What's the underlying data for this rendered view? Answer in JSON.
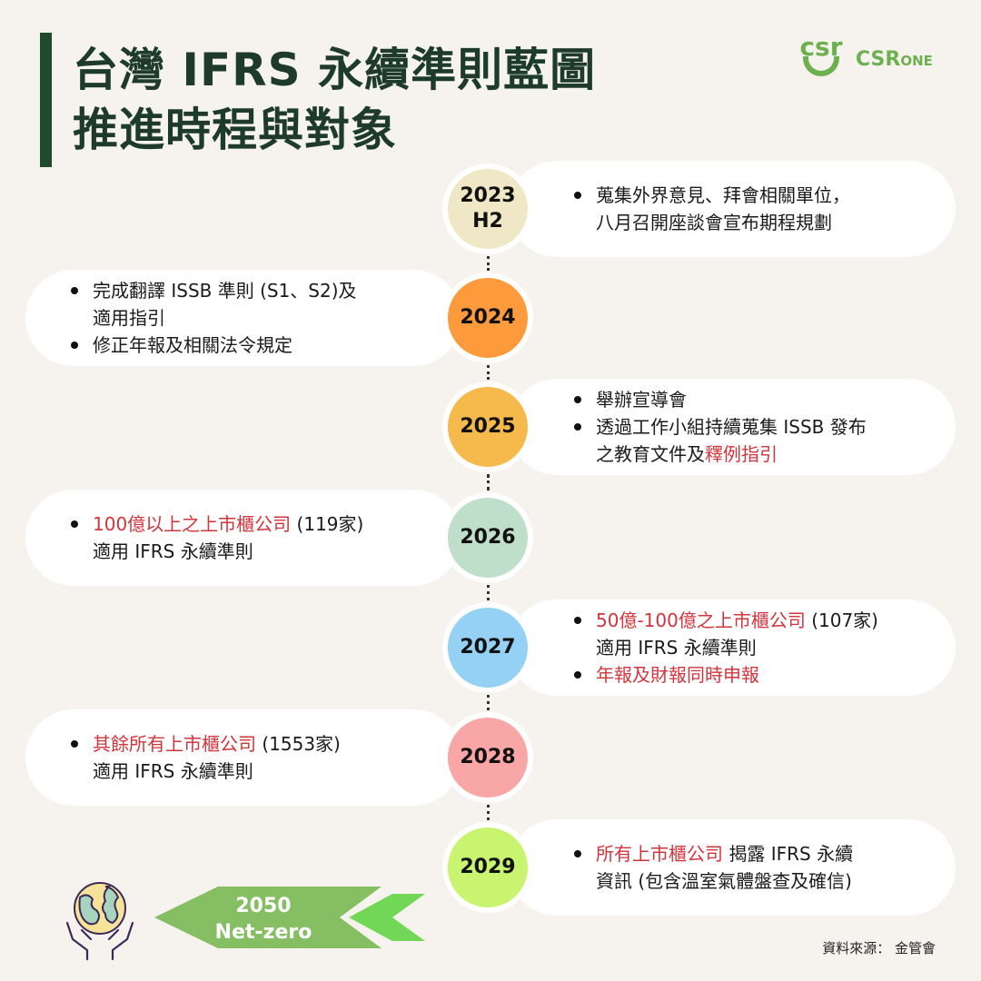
{
  "title": {
    "line1": "台灣 IFRS 永續準則藍圖",
    "line2": "推進時程與對象"
  },
  "logo": {
    "mark": "csr",
    "name_main": "CSR",
    "name_small": "ONE"
  },
  "timeline": [
    {
      "year": "2023",
      "sub": "H2",
      "color": "#efe7c5",
      "side": "right",
      "bullets": [
        [
          {
            "t": "蒐集外界意見、拜會相關單位，"
          },
          {
            "t": "\n八月召開座談會宣布期程規劃"
          }
        ]
      ]
    },
    {
      "year": "2024",
      "color": "#fd9b3c",
      "side": "left",
      "bullets": [
        [
          {
            "t": "完成翻譯 ISSB 準則 (S1、S2)及\n適用指引"
          }
        ],
        [
          {
            "t": "修正年報及相關法令規定"
          }
        ]
      ]
    },
    {
      "year": "2025",
      "color": "#f6b94b",
      "side": "right",
      "bullets": [
        [
          {
            "t": "舉辦宣導會"
          }
        ],
        [
          {
            "t": "透過工作小組持續蒐集 ISSB 發布\n之教育文件及"
          },
          {
            "t": "釋例指引",
            "red": true
          }
        ]
      ]
    },
    {
      "year": "2026",
      "color": "#bfdfca",
      "side": "left",
      "bullets": [
        [
          {
            "t": "100億以上之上市櫃公司",
            "red": true
          },
          {
            "t": " (119家)\n適用 IFRS 永續準則"
          }
        ]
      ]
    },
    {
      "year": "2027",
      "color": "#95d0f5",
      "side": "right",
      "bullets": [
        [
          {
            "t": "50億-100億之上市櫃公司",
            "red": true
          },
          {
            "t": " (107家)\n適用  IFRS  永續準則"
          }
        ],
        [
          {
            "t": "年報及財報同時申報",
            "red": true
          }
        ]
      ]
    },
    {
      "year": "2028",
      "color": "#f9a6a6",
      "side": "left",
      "bullets": [
        [
          {
            "t": "其餘所有上市櫃公司",
            "red": true
          },
          {
            "t": " (1553家)\n適用 IFRS 永續準則"
          }
        ]
      ]
    },
    {
      "year": "2029",
      "color": "#c8f46f",
      "side": "right",
      "bullets": [
        [
          {
            "t": "所有上市櫃公司",
            "red": true
          },
          {
            "t": " 揭露 IFRS 永續\n資訊  (包含溫室氣體盤查及確信)"
          }
        ]
      ]
    }
  ],
  "goal": {
    "year": "2050",
    "label": "Net-zero"
  },
  "source": "資料來源：  金管會"
}
